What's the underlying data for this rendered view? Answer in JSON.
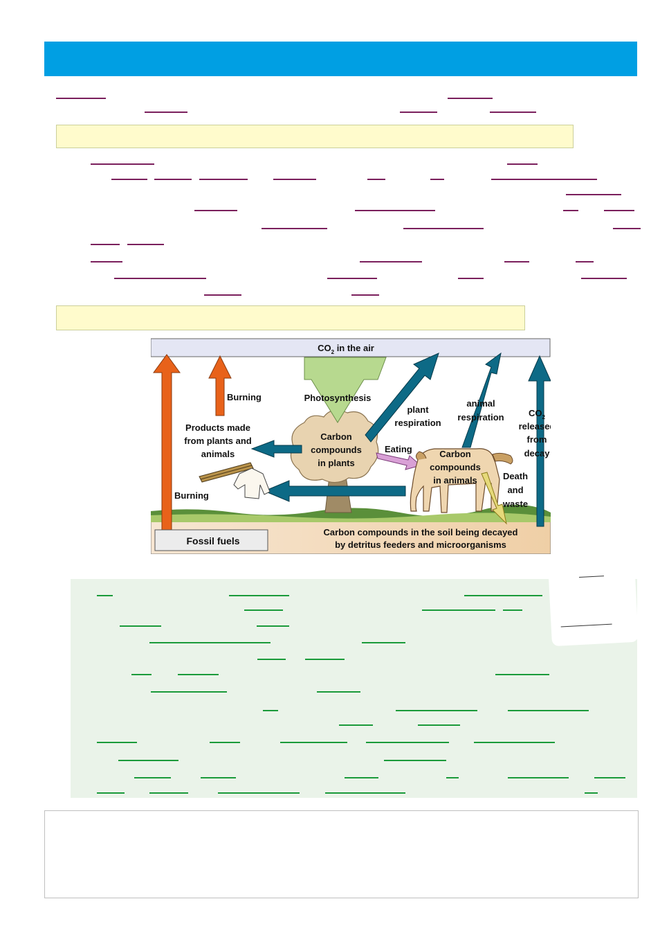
{
  "diagram": {
    "air_label": "CO",
    "air_sub": "2",
    "air_label_rest": " in the air",
    "photosynthesis": "Photosynthesis",
    "burning_top": "Burning",
    "burning_bottom": "Burning",
    "products_line1": "Products made",
    "products_line2": "from plants and",
    "products_line3": "animals",
    "plants_line1": "Carbon",
    "plants_line2": "compounds",
    "plants_line3": "in plants",
    "plant_resp_line1": "plant",
    "plant_resp_line2": "respiration",
    "eating": "Eating",
    "animals_line1": "Carbon",
    "animals_line2": "compounds",
    "animals_line3": "in animals",
    "animal_resp_line1": "animal",
    "animal_resp_line2": "respiration",
    "co2_released_line1": "CO",
    "co2_released_sub": "2",
    "co2_released_line2": "released",
    "co2_released_line3": "from",
    "co2_released_line4": "decay",
    "death_line1": "Death",
    "death_line2": "and",
    "death_line3": "waste",
    "fossil_fuels": "Fossil fuels",
    "soil_line1": "Carbon compounds in the soil being decayed",
    "soil_line2": "by detritus feeders and microorganisms"
  },
  "colors": {
    "header": "#009fe3",
    "air_box": "#e4e6f4",
    "orange_arrow": "#e8621a",
    "teal_arrow": "#0d6a86",
    "green_arrow": "#b7d98f",
    "soil": "#f2dcc0",
    "grass": "#5a8f3a",
    "link_purple": "#7a1f5c",
    "link_green": "#1a9a3a"
  }
}
